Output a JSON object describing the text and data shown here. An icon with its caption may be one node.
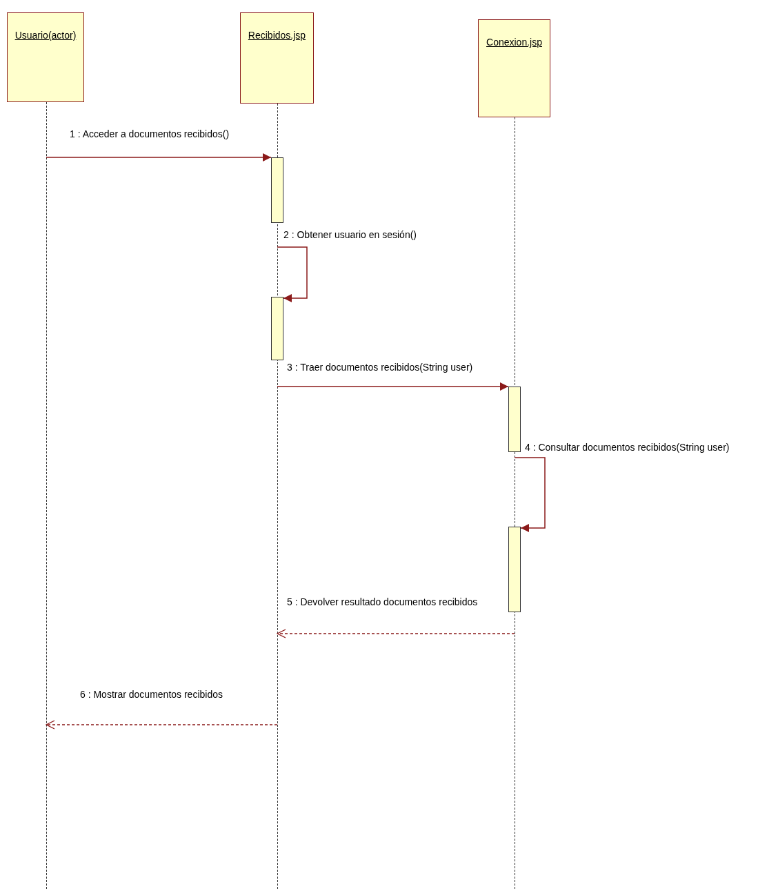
{
  "diagram": {
    "nodes": [
      {
        "text": [
          "Usuario(actor)"
        ]
      },
      {
        "text": [
          "Recibidos.jsp"
        ]
      },
      {
        "text": [
          "Conexion.jsp"
        ]
      },
      {
        "text": [],
        "shape": "line"
      },
      {
        "text": [],
        "shape": "line"
      },
      {
        "text": [],
        "shape": "line"
      },
      {
        "text": [],
        "shape": "bar"
      },
      {
        "text": [],
        "shape": "bar"
      },
      {
        "text": [],
        "shape": "bar"
      },
      {
        "text": [],
        "shape": "bar"
      }
    ],
    "edges": [
      {
        "from": 3,
        "to": 6,
        "arrow": "to",
        "label": "1 : Acceder a documentos recibidos()"
      },
      {
        "from": 4,
        "to": 7,
        "arrow": "to",
        "label": "2 : Obtener usuario en sesión()"
      },
      {
        "from": 4,
        "to": 8,
        "arrow": "to",
        "label": "3 : Traer documentos recibidos(String user)"
      },
      {
        "from": 5,
        "to": 9,
        "arrow": "to",
        "label": "4 : Consultar documentos recibidos(String user)"
      },
      {
        "from": 5,
        "to": 4,
        "arrow": "to",
        "label": "5 : Devolver resultado documentos recibidos",
        "style": "dashed"
      },
      {
        "from": 4,
        "to": 3,
        "arrow": "to",
        "label": "6 : Mostrar documentos recibidos",
        "style": "dashed"
      }
    ]
  }
}
